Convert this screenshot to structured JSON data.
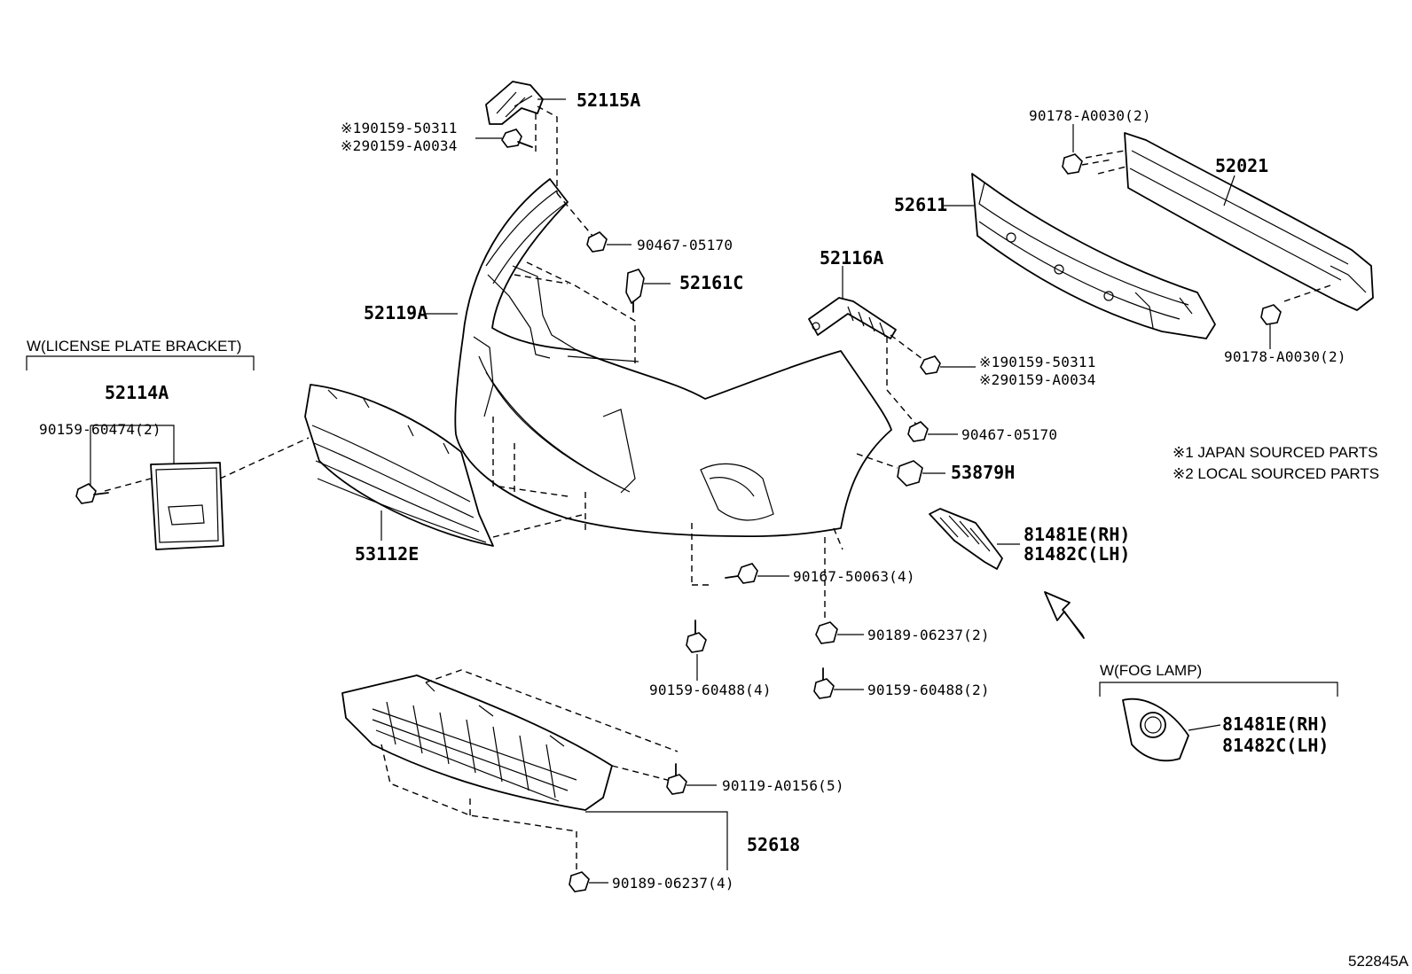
{
  "parts": {
    "p52115A": "52115A",
    "screw_top_1": "※190159-50311",
    "screw_top_2": "※290159-A0034",
    "p52119A": "52119A",
    "clip_90467_top": "90467-05170",
    "p52161C": "52161C",
    "p52116A": "52116A",
    "screw_mid_1": "※190159-50311",
    "screw_mid_2": "※290159-A0034",
    "clip_90467_mid": "90467-05170",
    "p53879H": "53879H",
    "p52611": "52611",
    "p52021": "52021",
    "nut_90178_top": "90178-A0030(2)",
    "nut_90178_bottom": "90178-A0030(2)",
    "license_header": "W(LICENSE PLATE BRACKET)",
    "p52114A": "52114A",
    "bolt_90159_60474": "90159-60474(2)",
    "p53112E": "53112E",
    "bolt_90167": "90167-50063(4)",
    "p81481E_rh": "81481E(RH)",
    "p81482C_lh": "81482C(LH)",
    "clip_90189_2": "90189-06237(2)",
    "bolt_90159_60488_2": "90159-60488(2)",
    "bolt_90159_60488_4": "90159-60488(4)",
    "fog_header": "W(FOG LAMP)",
    "fog_81481E_rh": "81481E(RH)",
    "fog_81482C_lh": "81482C(LH)",
    "bolt_90119": "90119-A0156(5)",
    "p52618": "52618",
    "clip_90189_4": "90189-06237(4)"
  },
  "notes": {
    "note1": "※1 JAPAN SOURCED PARTS",
    "note2": "※2 LOCAL SOURCED PARTS"
  },
  "illustration_id": "522845A"
}
